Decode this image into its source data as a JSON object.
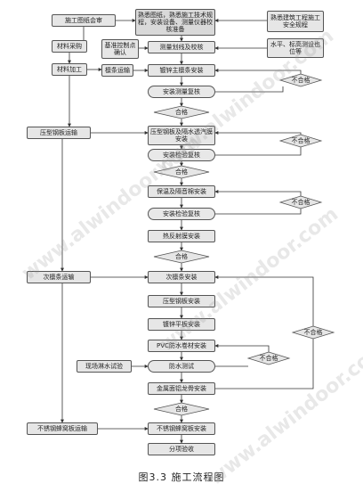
{
  "nodes": {
    "review_drawings": "施工图纸会审",
    "familiar_drawings": "熟悉图纸，熟悉施工技术规程，安装设备、测量仪器校核准备",
    "familiar_specs": "熟悉建筑工程施工安全规程",
    "material_purchase": "材料采购",
    "benchmark_confirm": "基准控制点确认",
    "survey_calibrate": "测量划线及校核",
    "level_axis": "水平、标高测设也位等",
    "material_process": "材料加工",
    "keel_transport": "檩条运输",
    "install_main_keel": "镀锌主檩条安装",
    "survey_recheck": "安装测量复核",
    "unqualified_1": "不合格",
    "qualified_1": "合格",
    "steel_transport": "压型钢板运输",
    "install_steel_vapor": "压型钢板及隔水透汽膜安装",
    "inspect_recheck_1": "安装检验复核",
    "unqualified_2": "不合格",
    "qualified_2": "合格",
    "insulation_install": "保温及隔音棉安装",
    "inspect_recheck_2": "安装检验复核",
    "unqualified_3": "不合格",
    "hot_reflect_film": "热反射膜安装",
    "qualified_3": "合格",
    "sub_keel_transport": "次檩条运输",
    "sub_keel_install": "次檩条安装",
    "steel_sheet_install": "压型钢板安装",
    "galv_flat_install": "镀锌平板安装",
    "unqualified_4": "不合格",
    "pvc_membrane": "PVC防水卷材安装",
    "qualified_4": "不合格",
    "onsite_water_test": "现场淋水试验",
    "waterproof_test": "防水测试",
    "metal_gutter": "金属面铝龙骨安装",
    "qualified_5": "合格",
    "stainless_transport": "不锈钢蜂窝板运输",
    "stainless_install": "不锈钢蜂窝板安装",
    "acceptance": "分项验收"
  },
  "caption": "图3.3    施工流程图",
  "watermark_text": "www.alwindoor.com"
}
